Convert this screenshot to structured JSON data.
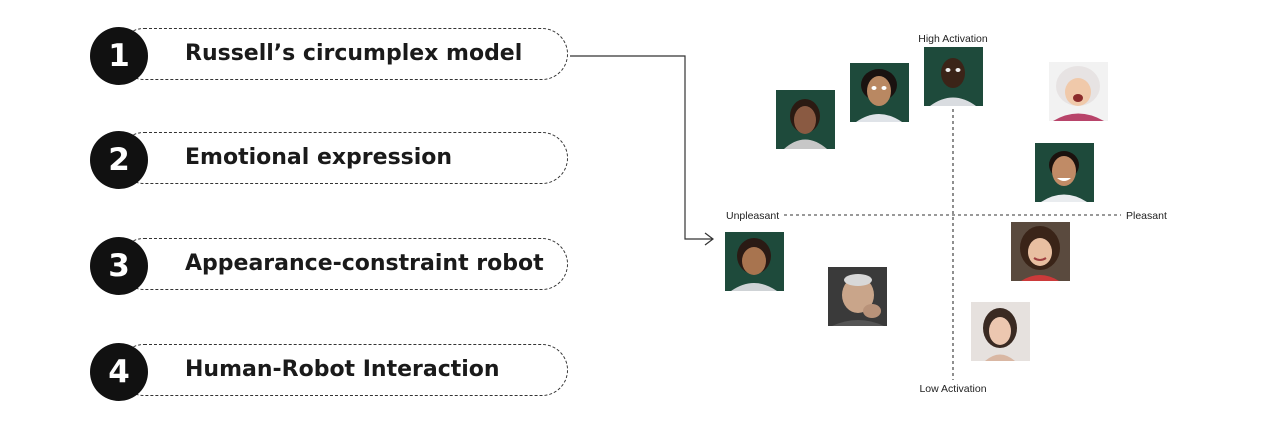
{
  "topics": [
    {
      "number": "1",
      "label": "Russell’s circumplex model"
    },
    {
      "number": "2",
      "label": "Emotional expression"
    },
    {
      "number": "3",
      "label": "Appearance-constraint robot"
    },
    {
      "number": "4",
      "label": "Human-Robot Interaction"
    }
  ],
  "circumplex": {
    "top_label": "High Activation",
    "bottom_label": "Low Activation",
    "left_label": "Unpleasant",
    "right_label": "Pleasant"
  },
  "colors": {
    "badge": "#111111",
    "face_bg_green": "#1e4a3b",
    "axis": "#333333"
  }
}
